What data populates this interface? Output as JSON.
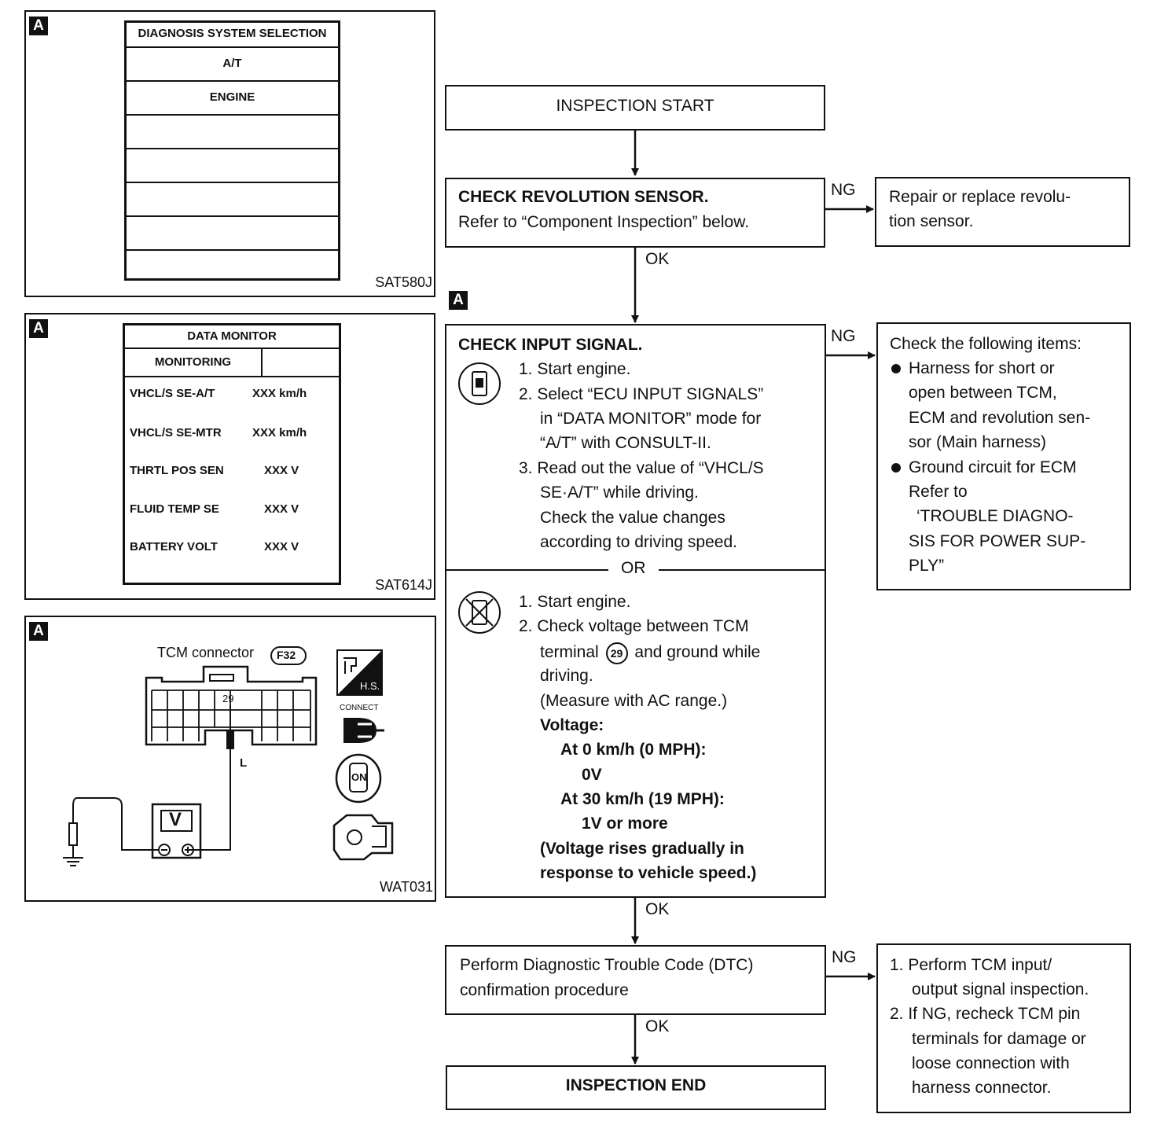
{
  "panel1": {
    "tag": "A",
    "title": "DIAGNOSIS SYSTEM SELECTION",
    "items": [
      "A/T",
      "ENGINE",
      "",
      "",
      "",
      "",
      ""
    ],
    "code": "SAT580J"
  },
  "panel2": {
    "tag": "A",
    "title": "DATA MONITOR",
    "subtitle": "MONITORING",
    "rows": [
      {
        "name": "VHCL/S SE-A/T",
        "value": "XXX km/h"
      },
      {
        "name": "VHCL/S SE-MTR",
        "value": "XXX km/h"
      },
      {
        "name": "THRTL POS SEN",
        "value": "XXX V"
      },
      {
        "name": "FLUID TEMP SE",
        "value": "XXX V"
      },
      {
        "name": "BATTERY VOLT",
        "value": "XXX V"
      }
    ],
    "code": "SAT614J"
  },
  "panel3": {
    "tag": "A",
    "connector_label": "TCM connector",
    "connector_id": "F32",
    "terminal": "29",
    "wire_color": "L",
    "meter": "V",
    "hs_label": "H.S.",
    "connect_label": "CONNECT",
    "on_label": "ON",
    "code": "WAT031"
  },
  "flow": {
    "start": "INSPECTION START",
    "step1": {
      "title": "CHECK REVOLUTION SENSOR.",
      "text": "Refer to “Component Inspection” below."
    },
    "step1_ng": [
      "Repair or replace revolu-",
      "tion sensor."
    ],
    "tag": "A",
    "step2": {
      "title": "CHECK INPUT SIGNAL.",
      "a_lines": [
        "1. Start engine.",
        "2. Select “ECU INPUT SIGNALS”",
        "in “DATA MONITOR” mode for",
        "“A/T” with CONSULT-II.",
        "3. Read out the value of “VHCL/S",
        "SE·A/T” while driving.",
        "Check the value changes",
        "according to driving speed."
      ],
      "or": "OR",
      "b_lines": [
        "1. Start engine.",
        "2. Check voltage between TCM",
        "driving.",
        "(Measure with AC range.)"
      ],
      "b_terminal_pre": "terminal",
      "b_terminal_num": "29",
      "b_terminal_post": "and ground while",
      "voltage_label": "Voltage:",
      "v0_label": "At 0 km/h (0 MPH):",
      "v0_value": "0V",
      "v30_label": "At 30 km/h (19 MPH):",
      "v30_value": "1V or more",
      "note1": "(Voltage rises gradually in",
      "note2": "response to vehicle speed.)"
    },
    "step2_ng": {
      "title": "Check the following items:",
      "b1": [
        "Harness for short or",
        "open between TCM,",
        "ECM and revolution sen-",
        "sor (Main harness)"
      ],
      "b2": [
        "Ground circuit for ECM",
        "Refer to",
        "‘TROUBLE DIAGNO-",
        "SIS FOR POWER SUP-",
        "PLY”"
      ]
    },
    "step3": [
      "Perform Diagnostic Trouble Code (DTC)",
      "confirmation procedure"
    ],
    "step3_ng": [
      "1. Perform TCM input/",
      "output signal inspection.",
      "2. If NG, recheck TCM pin",
      "terminals for damage or",
      "loose connection with",
      "harness connector."
    ],
    "end": "INSPECTION END",
    "ng": "NG",
    "ok": "OK"
  }
}
